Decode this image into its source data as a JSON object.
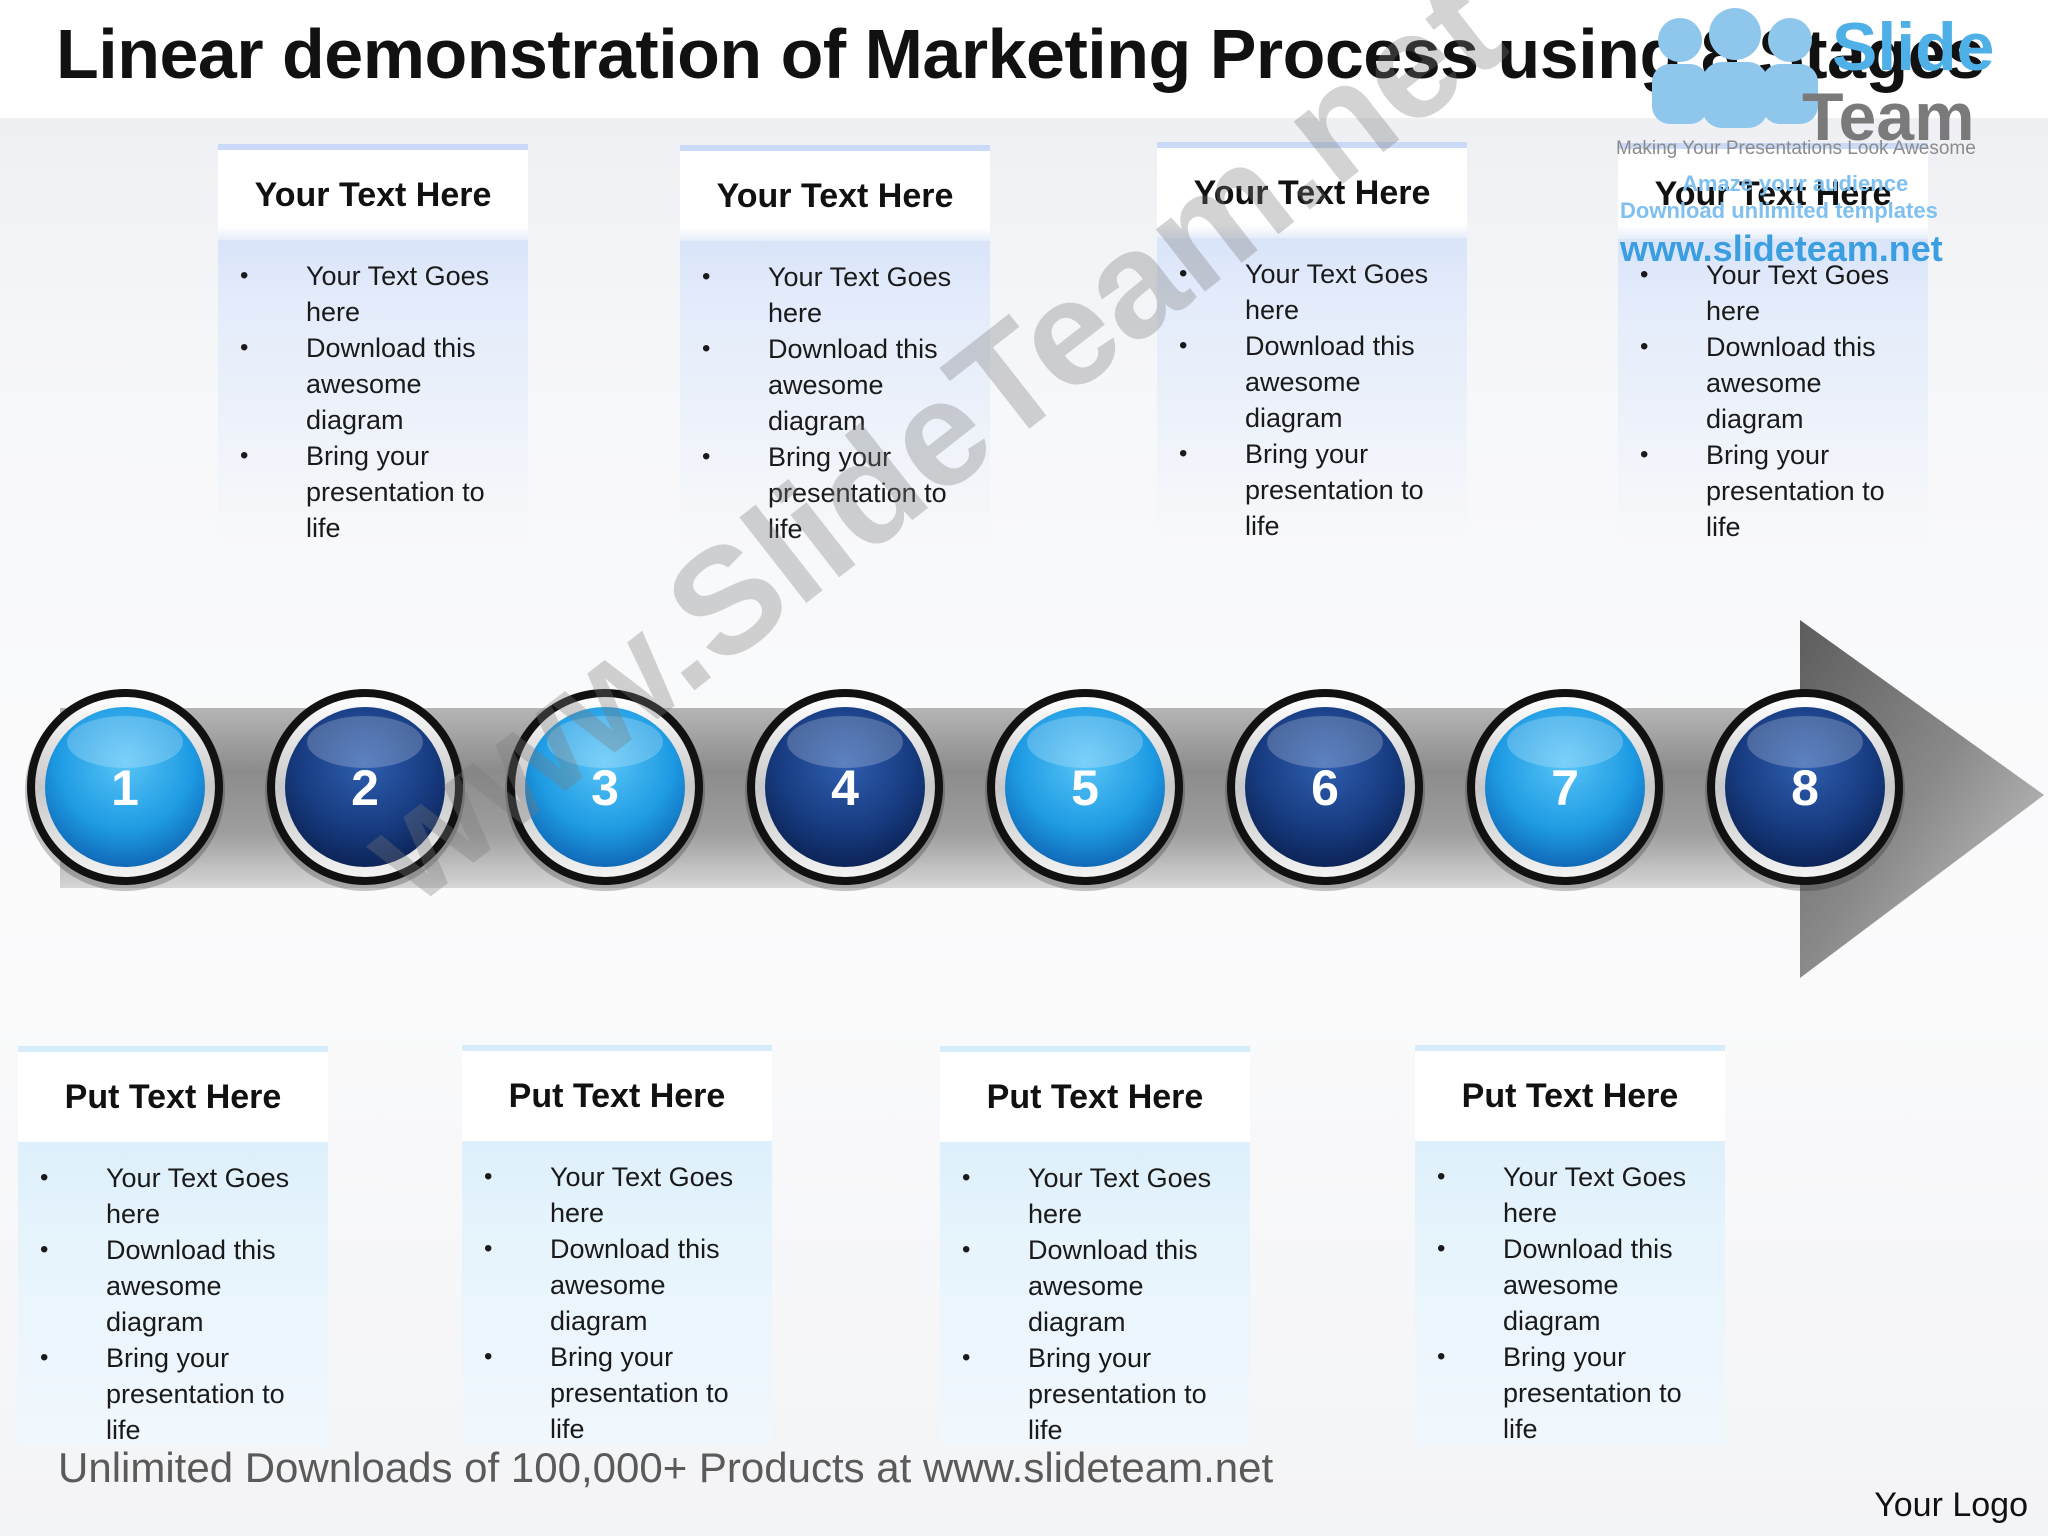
{
  "title": "Linear demonstration of Marketing Process using 8 Stages",
  "watermark": "www.SlideTeam.net",
  "logo": {
    "slide": "Slide",
    "team": "Team",
    "tagline": "Making Your Presentations Look Awesome",
    "amaze": "Amaze your audience",
    "download": "Download unlimited templates",
    "url": "www.slideteam.net"
  },
  "top_cards": [
    {
      "title": "Your Text Here",
      "bullets": [
        "Your Text Goes here",
        "Download this awesome diagram",
        "Bring your presentation to life"
      ]
    },
    {
      "title": "Your Text Here",
      "bullets": [
        "Your Text Goes here",
        "Download this awesome diagram",
        "Bring your presentation to life"
      ]
    },
    {
      "title": "Your Text Here",
      "bullets": [
        "Your Text Goes here",
        "Download this awesome diagram",
        "Bring your presentation to life"
      ]
    },
    {
      "title": "Your Text Here",
      "bullets": [
        "Your Text Goes here",
        "Download this awesome diagram",
        "Bring your presentation to life"
      ]
    }
  ],
  "bottom_cards": [
    {
      "title": "Put Text Here",
      "bullets": [
        "Your Text Goes here",
        "Download this awesome diagram",
        "Bring your presentation to life"
      ]
    },
    {
      "title": "Put Text Here",
      "bullets": [
        "Your Text Goes here",
        "Download this awesome diagram",
        "Bring your presentation to life"
      ]
    },
    {
      "title": "Put Text Here",
      "bullets": [
        "Your Text Goes here",
        "Download this awesome diagram",
        "Bring your presentation to life"
      ]
    },
    {
      "title": "Put Text Here",
      "bullets": [
        "Your Text Goes here",
        "Download this awesome diagram",
        "Bring your presentation to life"
      ]
    }
  ],
  "stages": [
    "1",
    "2",
    "3",
    "4",
    "5",
    "6",
    "7",
    "8"
  ],
  "colors": {
    "light_blue": "#29a3e6",
    "dark_blue": "#17387a",
    "arrow_gray": "#9a9a9a"
  },
  "footer": "Unlimited Downloads of 100,000+ Products at www.slideteam.net",
  "your_logo": "Your Logo"
}
